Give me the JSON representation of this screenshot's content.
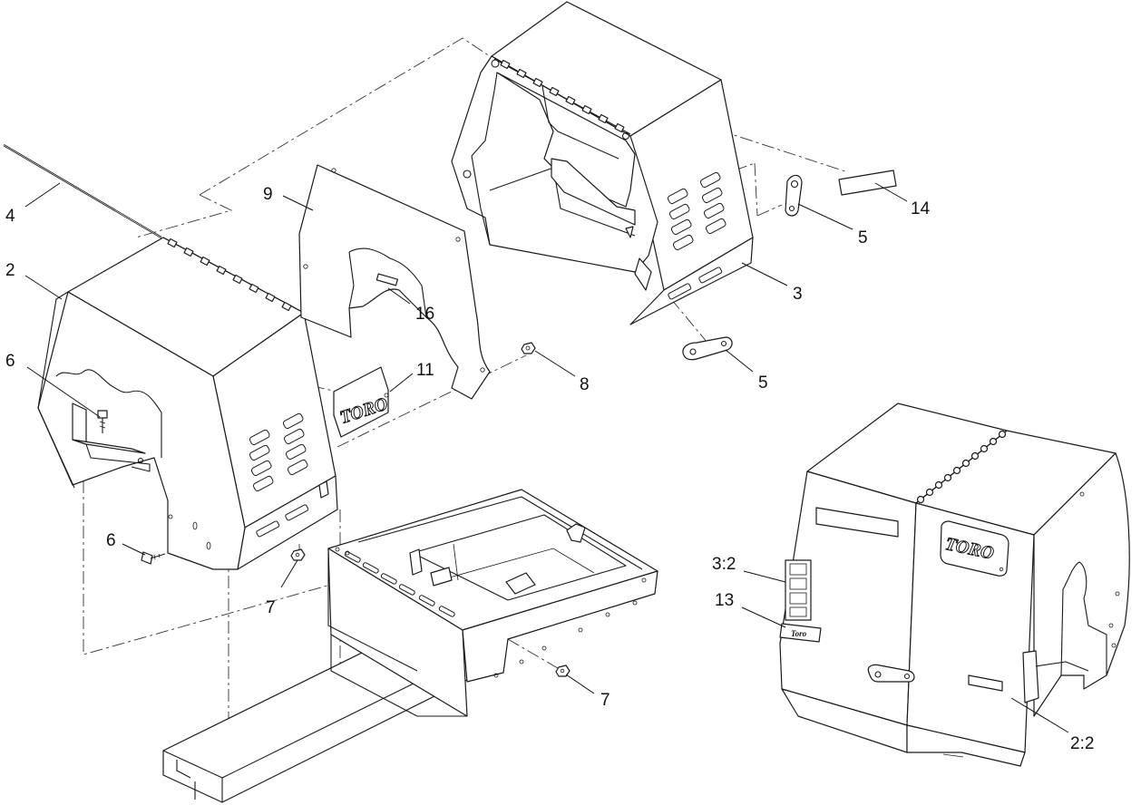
{
  "callouts": [
    {
      "id": "c4",
      "text": "4"
    },
    {
      "id": "c2",
      "text": "2"
    },
    {
      "id": "c6a",
      "text": "6"
    },
    {
      "id": "c6b",
      "text": "6"
    },
    {
      "id": "c7a",
      "text": "7"
    },
    {
      "id": "c7b",
      "text": "7"
    },
    {
      "id": "c9",
      "text": "9"
    },
    {
      "id": "c16",
      "text": "16"
    },
    {
      "id": "c11",
      "text": "11"
    },
    {
      "id": "c8",
      "text": "8"
    },
    {
      "id": "c3",
      "text": "3"
    },
    {
      "id": "c5a",
      "text": "5"
    },
    {
      "id": "c5b",
      "text": "5"
    },
    {
      "id": "c14",
      "text": "14"
    },
    {
      "id": "c3-2",
      "text": "3:2"
    },
    {
      "id": "c13",
      "text": "13"
    },
    {
      "id": "c2-2",
      "text": "2:2"
    }
  ],
  "logos": {
    "toro_decal": "TORO",
    "toro_assembled": "TORO"
  },
  "colors": {
    "line": "#1a1a1a",
    "background": "#ffffff"
  }
}
